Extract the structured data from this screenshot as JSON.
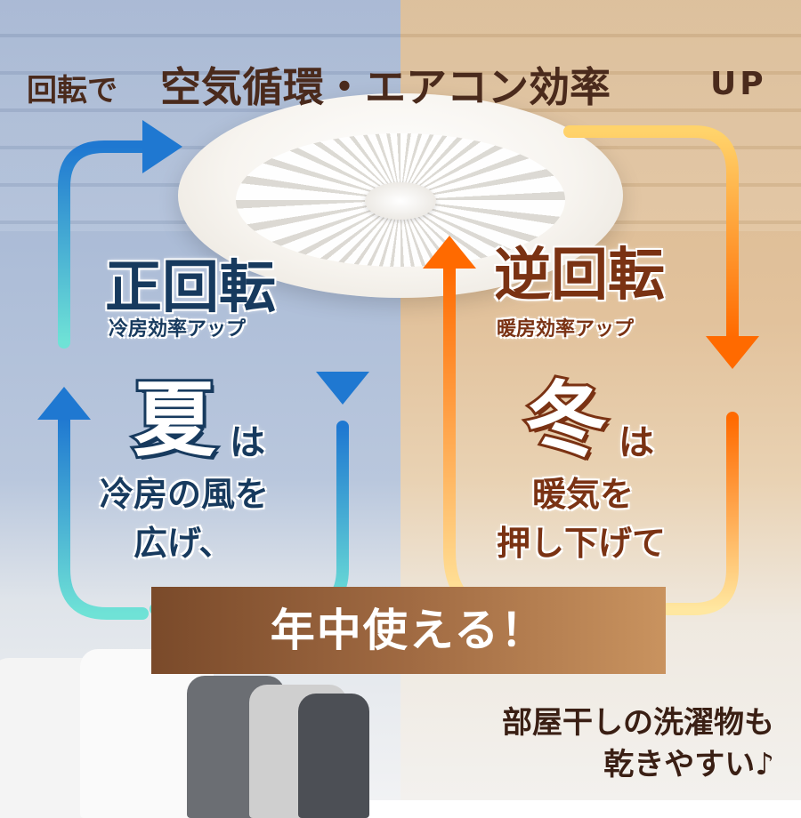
{
  "headline": {
    "part1": "回転で",
    "part2": "空気循環・エアコン効率",
    "part3": "UP"
  },
  "left_panel": {
    "title": "正回転",
    "subtitle": "冷房効率アップ",
    "season": "夏",
    "particle": "は",
    "line1": "冷房の風を",
    "line2": "広げ、"
  },
  "right_panel": {
    "title": "逆回転",
    "subtitle": "暖房効率アップ",
    "season": "冬",
    "particle": "は",
    "line1": "暖気を",
    "line2": "押し下げて"
  },
  "banner": {
    "text": "年中使える！"
  },
  "bottom_note": {
    "line1": "部屋干しの洗濯物も",
    "line2": "乾きやすい♪"
  },
  "colors": {
    "summer_dark": "#173a5e",
    "winter_dark": "#7a3213",
    "cool_arrow_start": "#1f78d1",
    "cool_arrow_end": "#6fe2d6",
    "warm_arrow_start": "#ff6a00",
    "warm_arrow_end": "#ffe27a",
    "banner": "#a06a42"
  },
  "icons": [
    "ceiling-fan-image",
    "clockwise-arrow-icon",
    "counterclockwise-arrow-icon",
    "laundry-image"
  ]
}
